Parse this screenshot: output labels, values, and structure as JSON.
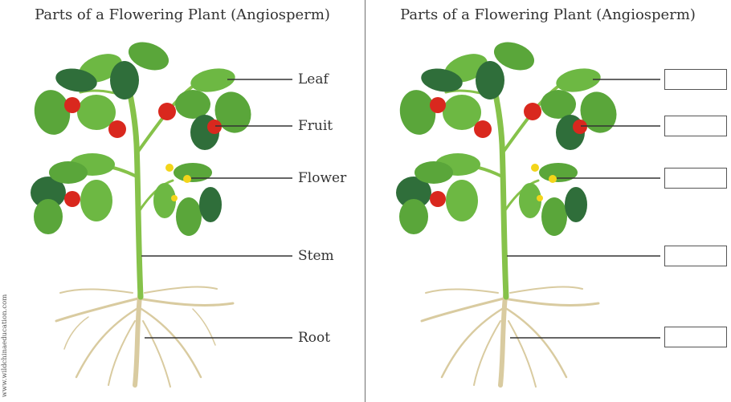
{
  "left": {
    "title": "Parts of a Flowering Plant (Angiosperm)",
    "labels": {
      "leaf": "Leaf",
      "fruit": "Fruit",
      "flower": "Flower",
      "stem": "Stem",
      "root": "Root"
    }
  },
  "right": {
    "title": "Parts of a Flowering Plant (Angiosperm)"
  },
  "watermark": "www.wildchinaeducation.com",
  "colors": {
    "leaf": "#5aa63a",
    "leaf_dark": "#2f6e3a",
    "stem": "#86c24a",
    "fruit": "#d9281e",
    "flower": "#f3d51a",
    "root": "#d9cba0",
    "line": "#333333"
  }
}
